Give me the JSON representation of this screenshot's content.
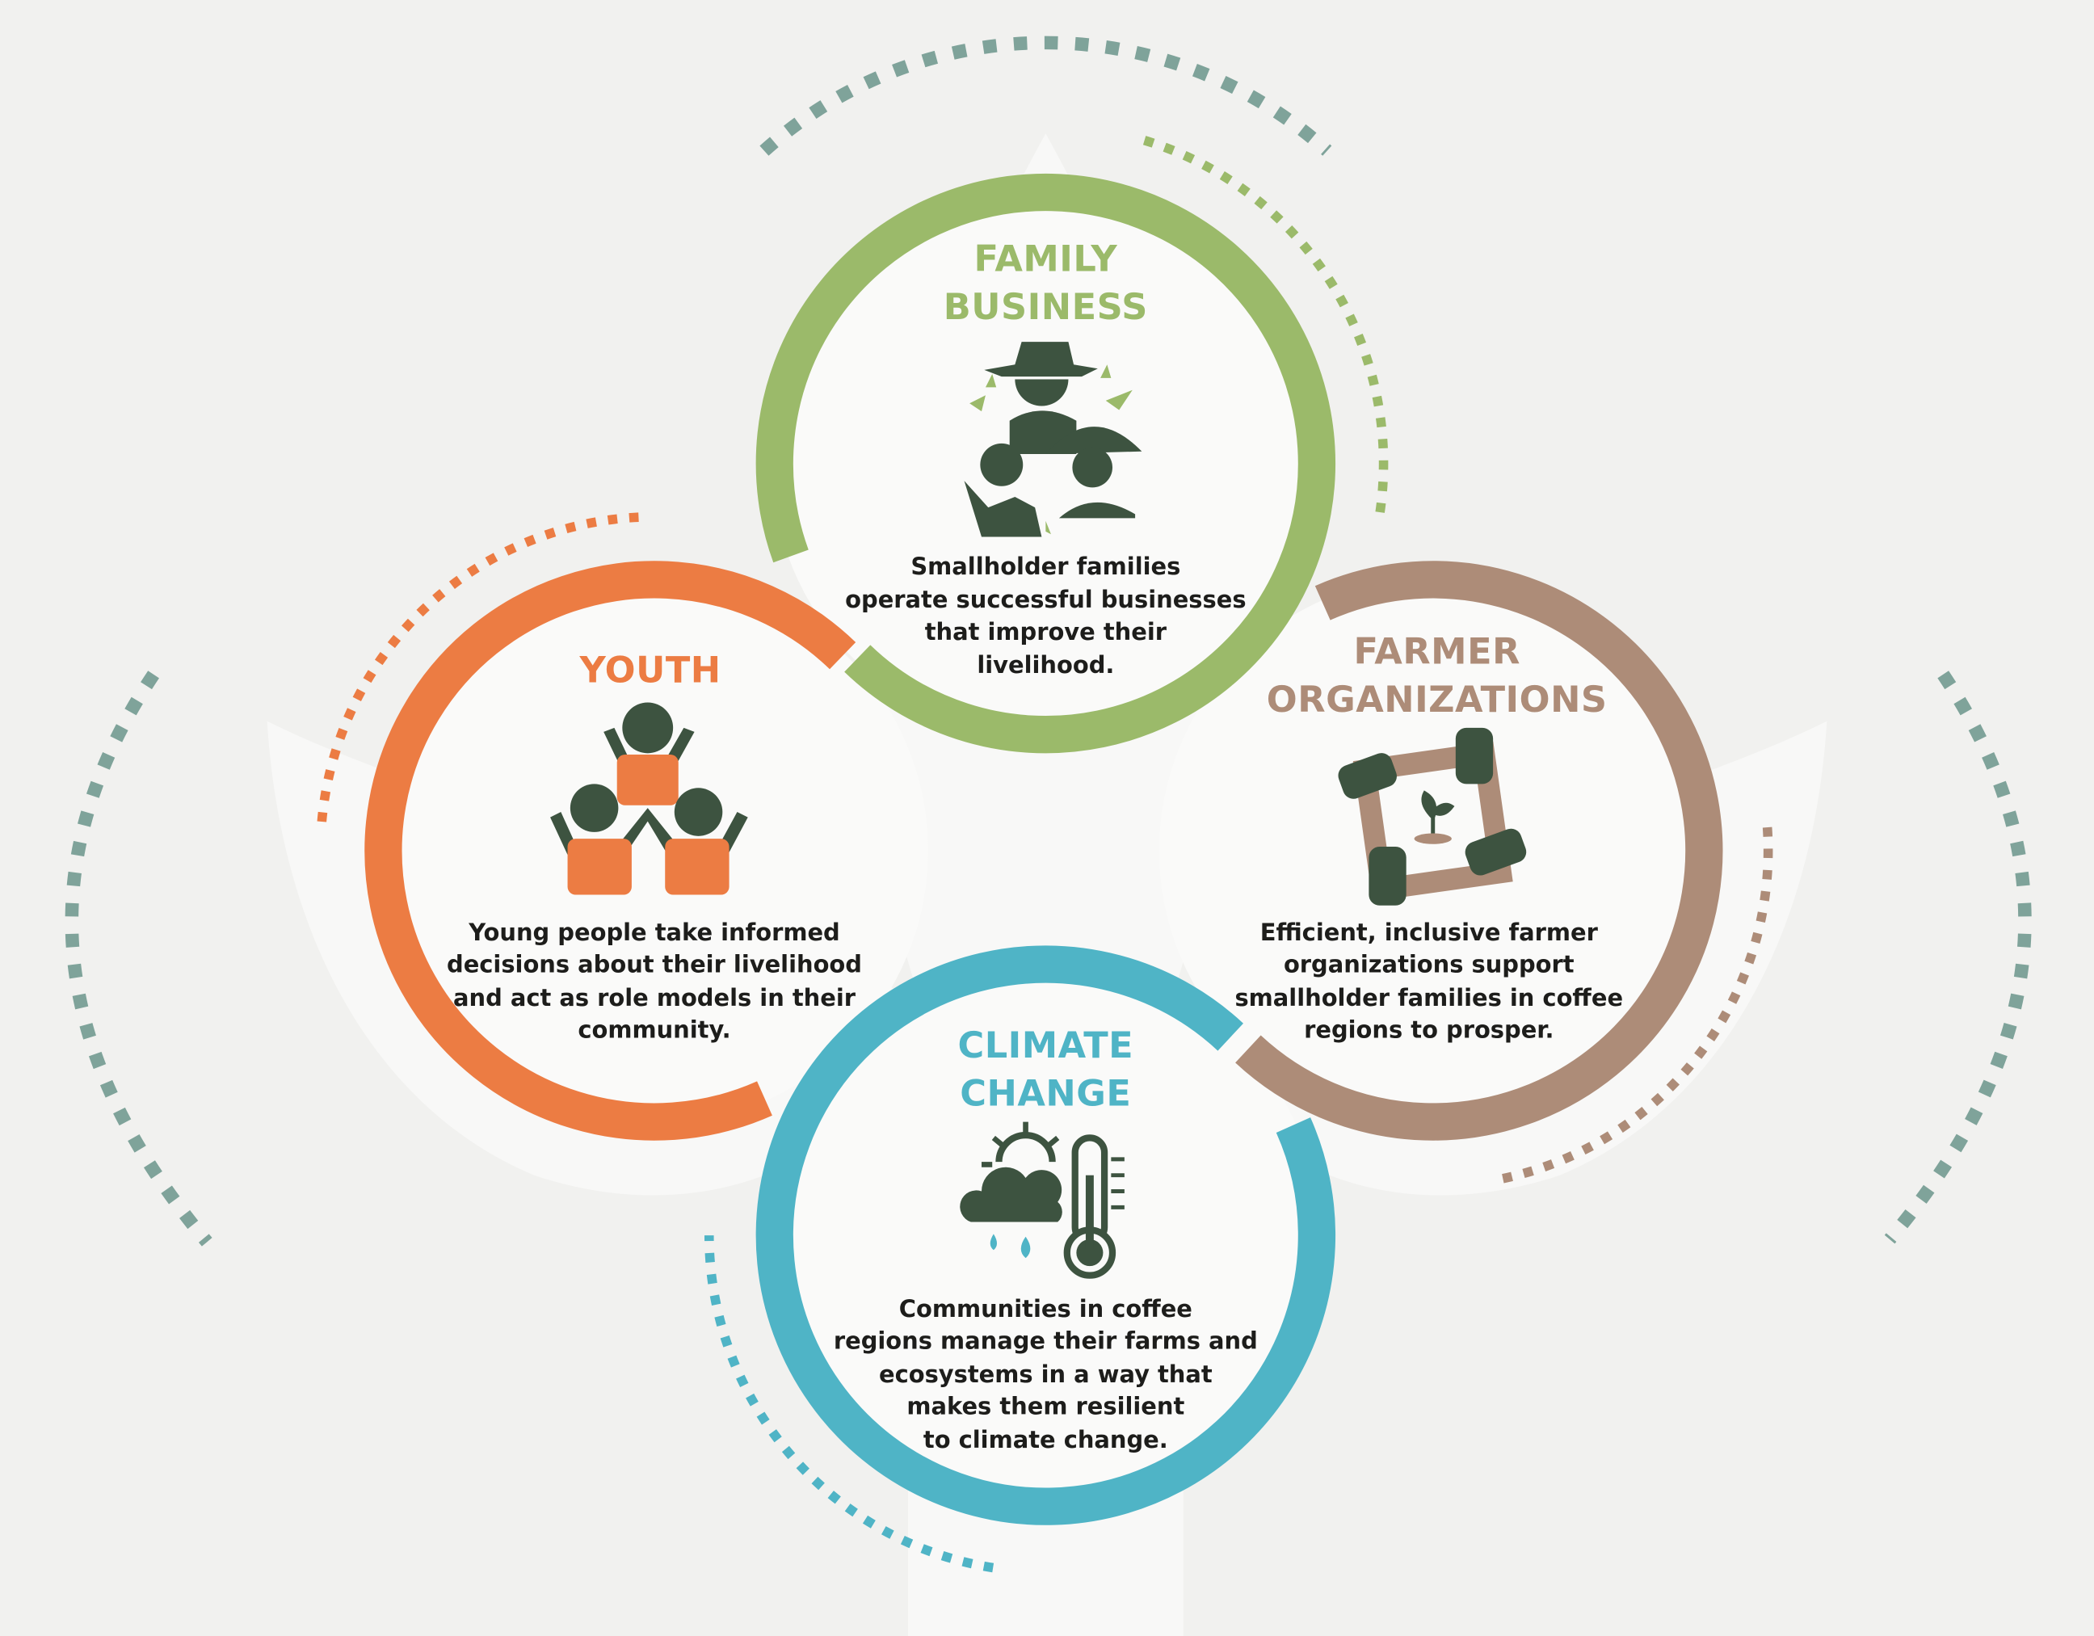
{
  "colors": {
    "background": "#f1f1ef",
    "family": "#9bba6a",
    "youth": "#ec7c43",
    "farmer": "#ad8c78",
    "climate": "#4fb4c6",
    "icon": "#3d5340",
    "dots": "#7fa39a"
  },
  "items": [
    {
      "title": [
        "FAMILY",
        "BUSINESS"
      ],
      "body": [
        "Smallholder families",
        "operate successful businesses",
        "that improve their",
        "livelihood."
      ]
    },
    {
      "title": [
        "YOUTH"
      ],
      "body": [
        "Young people take informed",
        "decisions about their livelihood",
        "and act as role models in their",
        "community."
      ]
    },
    {
      "title": [
        "FARMER",
        "ORGANIZATIONS"
      ],
      "body": [
        "Efficient, inclusive farmer",
        "organizations support",
        "smallholder families in coffee",
        "regions to prosper."
      ]
    },
    {
      "title": [
        "CLIMATE",
        "CHANGE"
      ],
      "body": [
        "Communities in coffee",
        "regions manage their farms and",
        "ecosystems in a way that",
        "makes them resilient",
        "to climate change."
      ]
    }
  ]
}
